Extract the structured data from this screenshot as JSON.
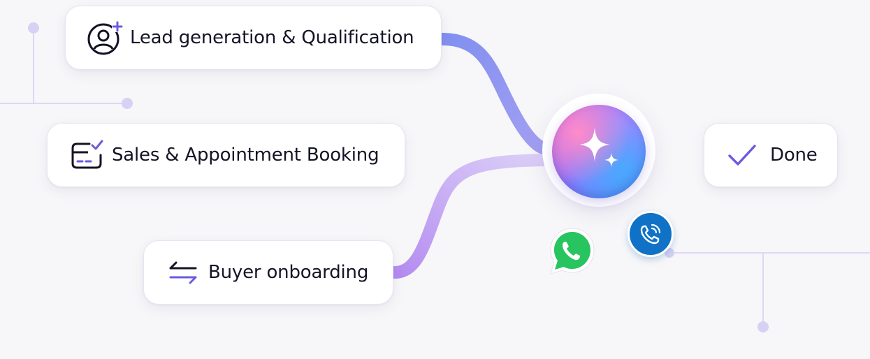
{
  "nodes": {
    "lead": {
      "label": "Lead generation & Qualification",
      "icon": "user-add-icon"
    },
    "sales": {
      "label": "Sales & Appointment Booking",
      "icon": "calendar-check-icon"
    },
    "buyer": {
      "label": "Buyer onboarding",
      "icon": "swap-arrows-icon"
    },
    "hub": {
      "icon": "ai-sparkle-icon"
    },
    "done": {
      "label": "Done",
      "icon": "checkmark-icon"
    }
  },
  "channels": {
    "whatsapp": {
      "icon": "whatsapp-icon",
      "color": "#25d366"
    },
    "phone": {
      "icon": "phone-call-icon",
      "color": "#0f72c6"
    }
  },
  "colors": {
    "accent": "#6a5be0",
    "connector_pink": "#e27ae8",
    "connector_purple": "#b89af0",
    "connector_blue": "#7f93ef",
    "decor_line": "#d9d6f4"
  }
}
